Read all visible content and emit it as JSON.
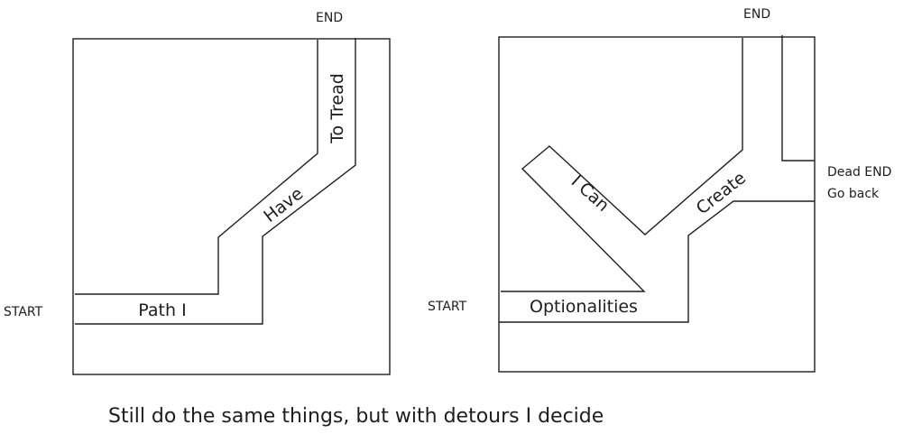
{
  "left": {
    "start_label": "START",
    "end_label": "END",
    "segments": [
      "Path I",
      "Have",
      "To Tread"
    ]
  },
  "right": {
    "start_label": "START",
    "end_label": "END",
    "dead_end_label": "Dead END",
    "go_back_label": "Go back",
    "segments": [
      "Optionalities",
      "I Can",
      "Create"
    ]
  },
  "caption": "Still do the same things, but with detours I decide"
}
